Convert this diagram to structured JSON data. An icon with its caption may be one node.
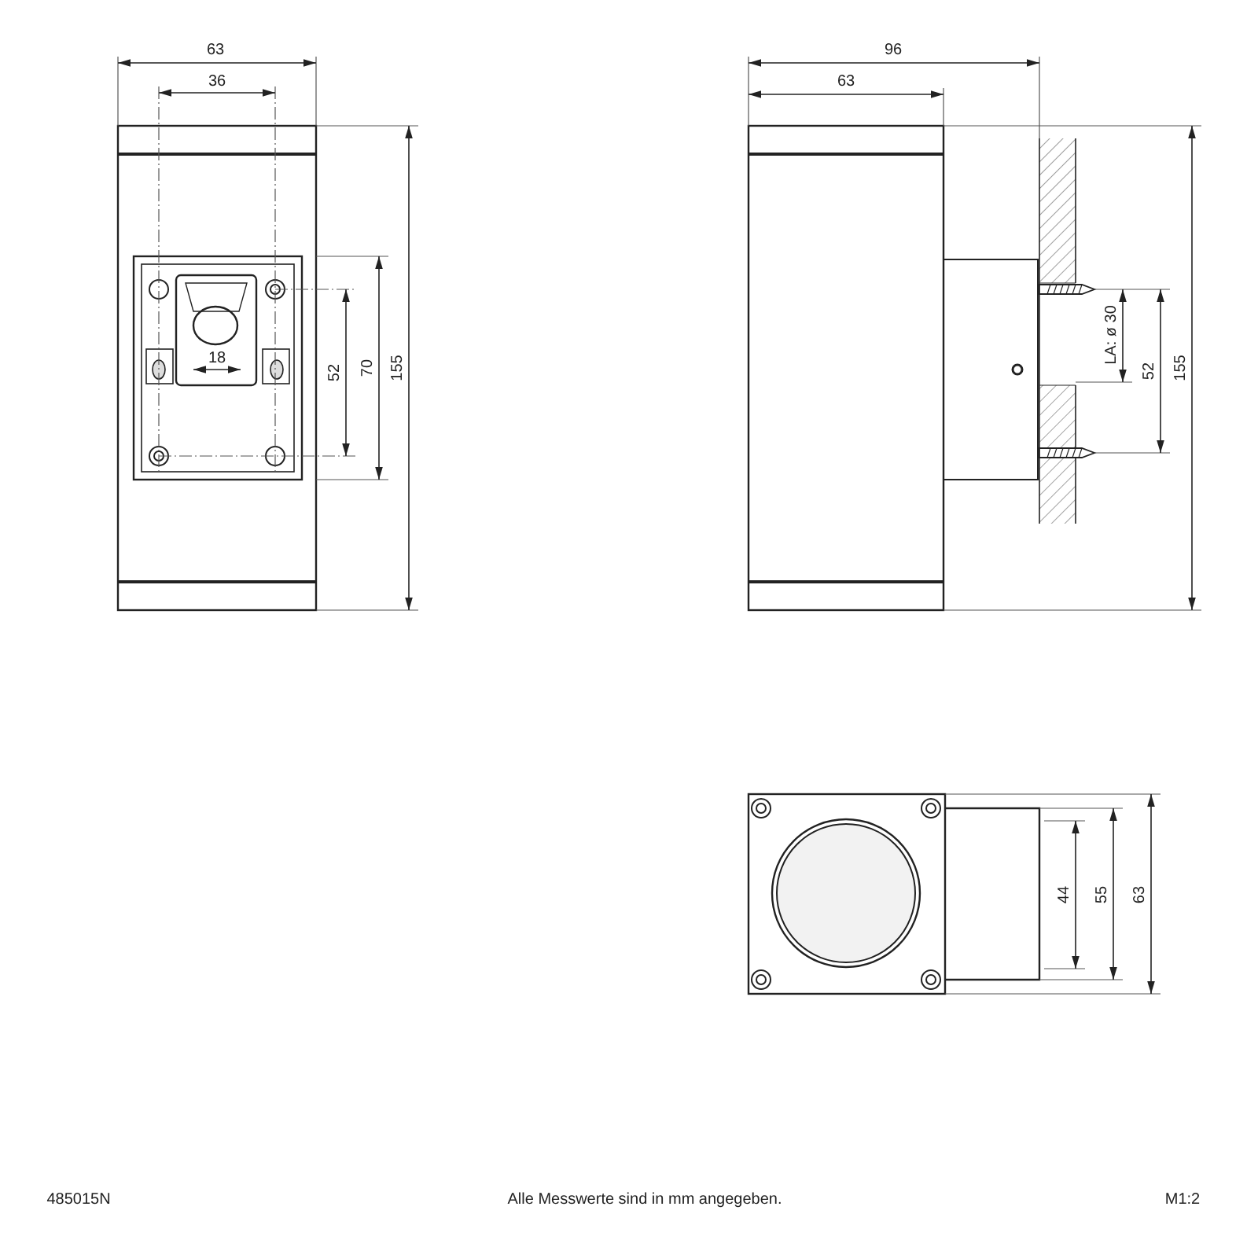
{
  "diagram": {
    "labels": [
      "63",
      "36",
      "18",
      "52",
      "70",
      "155",
      "96",
      "63",
      "LA: ø 30",
      "52",
      "155",
      "44",
      "55",
      "63",
      "485015N",
      "Alle Messwerte sind in mm angegeben.",
      "M1:2"
    ]
  }
}
